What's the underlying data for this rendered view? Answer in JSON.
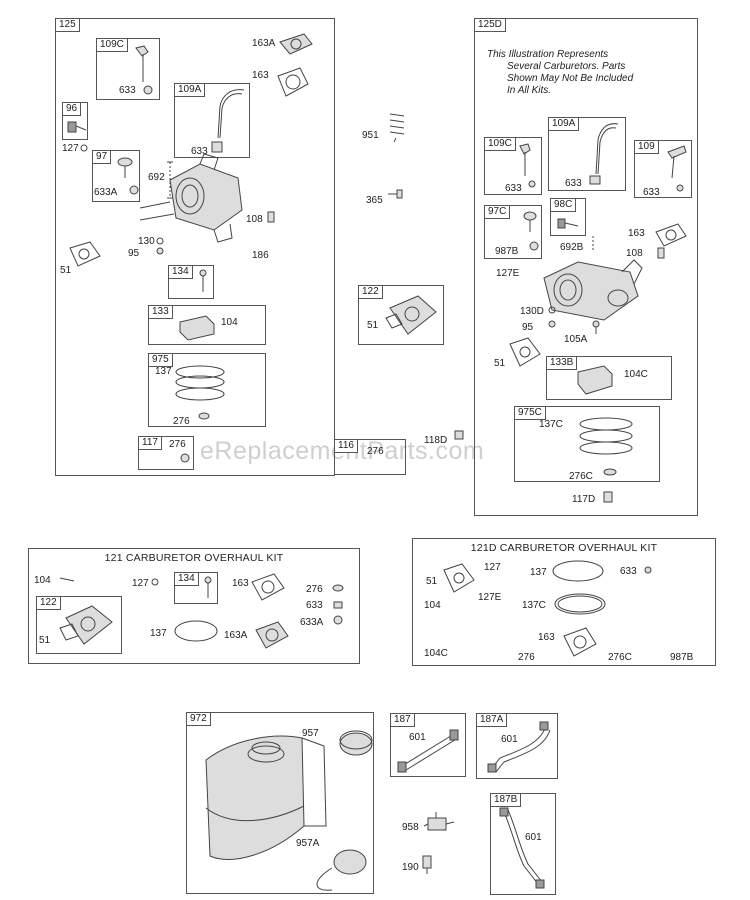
{
  "watermark": "eReplacementParts.com",
  "g125": {
    "tag": "125",
    "p109c": "109C",
    "p633a": "633",
    "p109a": "109A",
    "p633b": "633",
    "p96": "96",
    "p127": "127",
    "p97": "97",
    "p633A": "633A",
    "p692": "692",
    "p163A": "163A",
    "p163": "163",
    "p108": "108",
    "p130": "130",
    "p95": "95",
    "p186": "186",
    "p51": "51",
    "p134": "134",
    "p133": "133",
    "p104": "104",
    "p975": "975",
    "p137": "137",
    "p276a": "276",
    "p117": "117",
    "p276b": "276"
  },
  "mid": {
    "p951": "951",
    "p365": "365",
    "p122": "122",
    "p51": "51",
    "p116": "116",
    "p276": "276",
    "p118D": "118D"
  },
  "g125d": {
    "tag": "125D",
    "note_lines": [
      "This Illustration Represents",
      "Several Carburetors. Parts",
      "Shown May Not Be Included",
      "In All Kits."
    ],
    "p109A": "109A",
    "p109C": "109C",
    "p633a": "633",
    "p633b": "633",
    "p109": "109",
    "p633c": "633",
    "p97C": "97C",
    "p98C": "98C",
    "p987B": "987B",
    "p692B": "692B",
    "p163": "163",
    "p108": "108",
    "p127E": "127E",
    "p130D": "130D",
    "p95": "95",
    "p105A": "105A",
    "p51": "51",
    "p133B": "133B",
    "p104C": "104C",
    "p975C": "975C",
    "p137C": "137C",
    "p276C": "276C",
    "p117D": "117D"
  },
  "kit121": {
    "title": "121 CARBURETOR OVERHAUL KIT",
    "p104": "104",
    "p127": "127",
    "p134": "134",
    "p163": "163",
    "p276": "276",
    "p633": "633",
    "p633A": "633A",
    "p122": "122",
    "p51": "51",
    "p137": "137",
    "p163A": "163A"
  },
  "kit121d": {
    "title": "121D CARBURETOR OVERHAUL KIT",
    "p51": "51",
    "p127": "127",
    "p137": "137",
    "p633": "633",
    "p104": "104",
    "p127E": "127E",
    "p137C": "137C",
    "p163": "163",
    "p104C": "104C",
    "p276": "276",
    "p276C": "276C",
    "p987B": "987B"
  },
  "tank": {
    "tag": "972",
    "p957": "957",
    "p957A": "957A"
  },
  "lines": {
    "p187": "187",
    "p601a": "601",
    "p187A": "187A",
    "p601b": "601",
    "p958": "958",
    "p190": "190",
    "p187B": "187B",
    "p601c": "601"
  }
}
